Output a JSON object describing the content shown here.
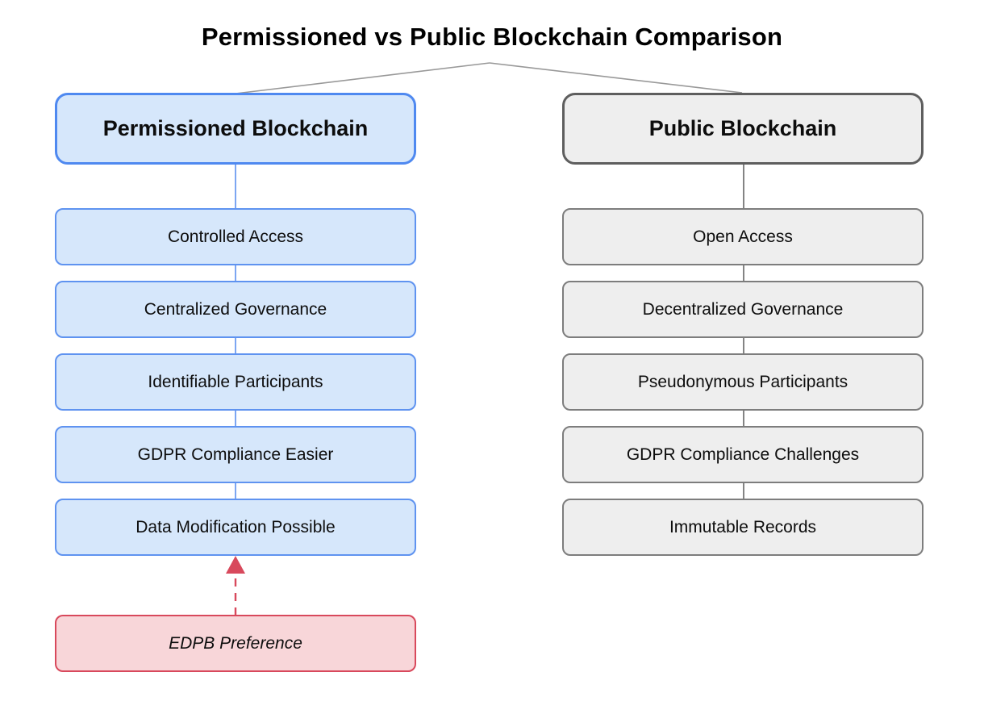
{
  "diagram": {
    "title": "Permissioned vs Public Blockchain Comparison",
    "columns": [
      {
        "id": "permissioned",
        "header": "Permissioned Blockchain",
        "items": [
          "Controlled Access",
          "Centralized Governance",
          "Identifiable Participants",
          "GDPR Compliance Easier",
          "Data Modification Possible"
        ],
        "colors": {
          "fill": "#d6e7fb",
          "border": "#4f89f0",
          "connector": "#6d9cf1"
        }
      },
      {
        "id": "public",
        "header": "Public Blockchain",
        "items": [
          "Open Access",
          "Decentralized Governance",
          "Pseudonymous Participants",
          "GDPR Compliance Challenges",
          "Immutable Records"
        ],
        "colors": {
          "fill": "#eeeeee",
          "border": "#5e5e5e",
          "connector": "#777777"
        }
      }
    ],
    "annotation": {
      "label": "EDPB Preference",
      "points_to": "Data Modification Possible",
      "arrow_style": "dashed",
      "colors": {
        "fill": "#f8d6d9",
        "border": "#d8495c",
        "arrow": "#d8495c"
      }
    },
    "title_connector_color": "#999999",
    "text_color": "#0d0d0d",
    "background_color": "#ffffff"
  }
}
